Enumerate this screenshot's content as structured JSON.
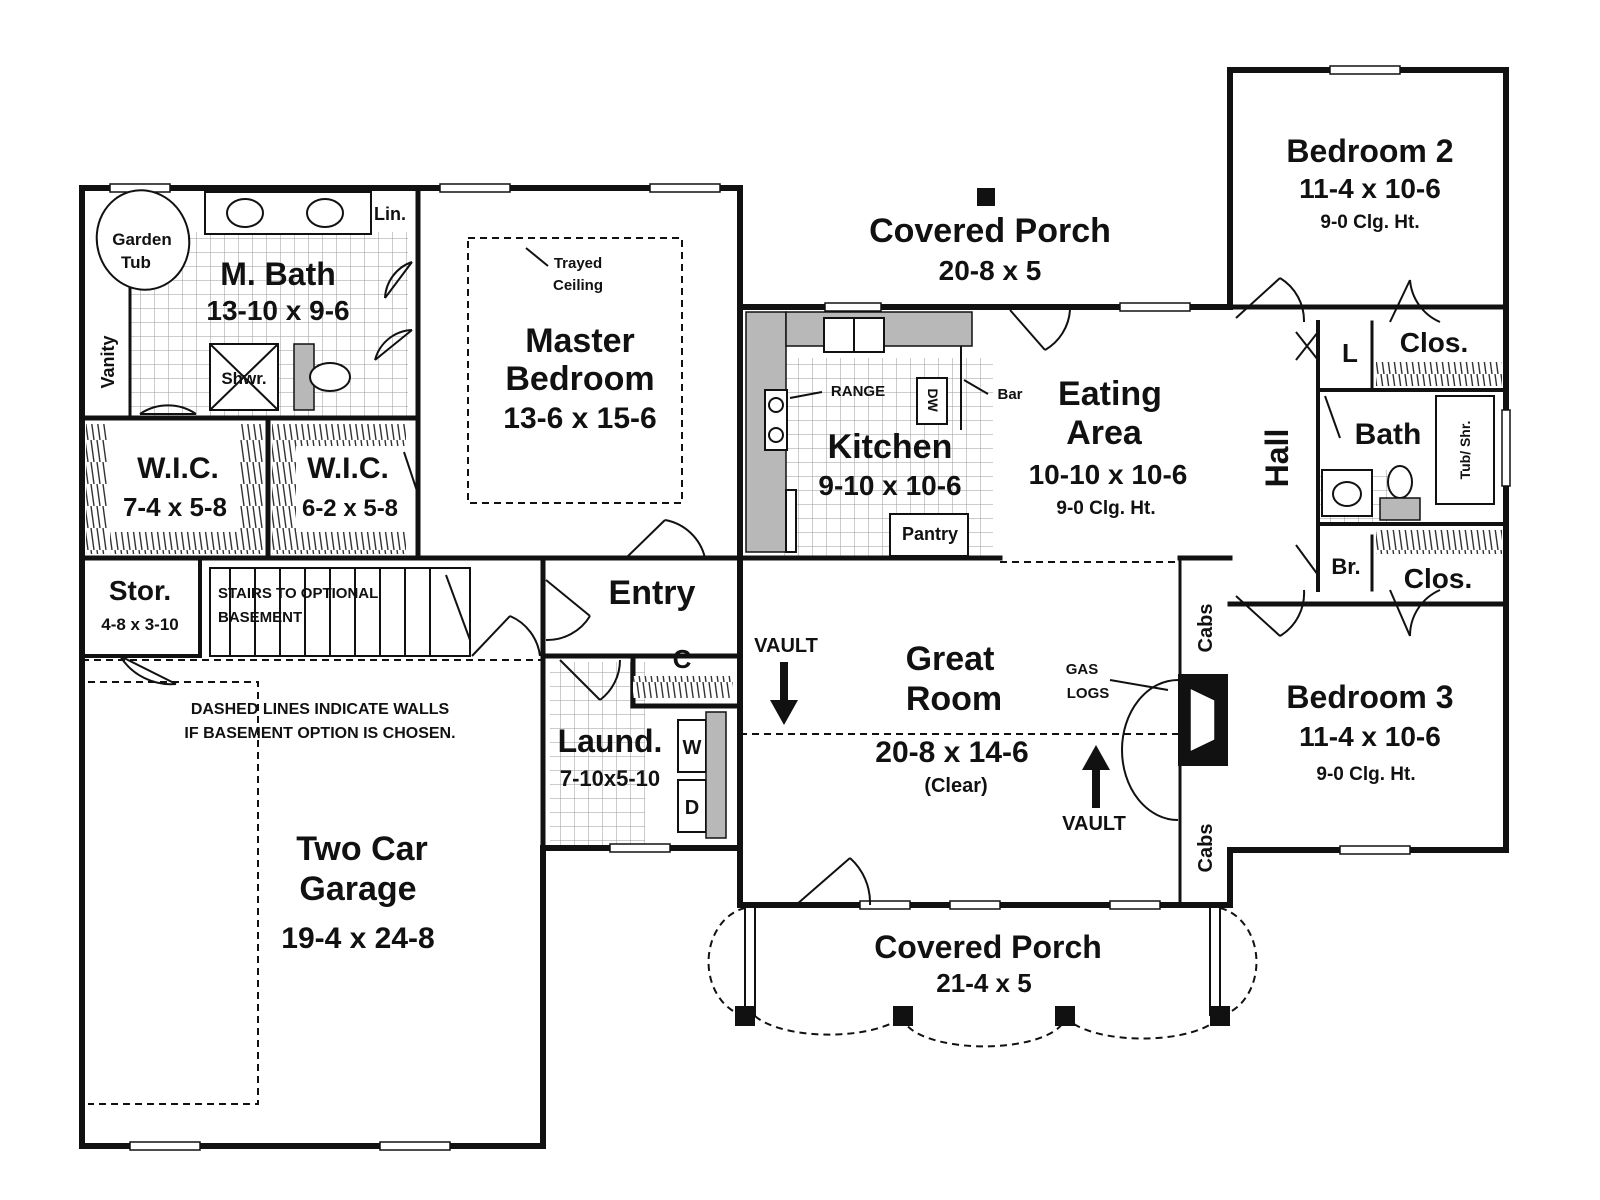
{
  "rooms": {
    "bedroom2": {
      "name": "Bedroom 2",
      "size": "11-4 x 10-6",
      "ceiling": "9-0 Clg. Ht."
    },
    "bedroom3": {
      "name": "Bedroom 3",
      "size": "11-4 x 10-6",
      "ceiling": "9-0 Clg. Ht."
    },
    "covered_porch_rear": {
      "name": "Covered Porch",
      "size": "20-8 x 5"
    },
    "covered_porch_front": {
      "name": "Covered Porch",
      "size": "21-4 x 5"
    },
    "master_bath": {
      "name": "M. Bath",
      "size": "13-10 x 9-6"
    },
    "master_bedroom": {
      "name_line1": "Master",
      "name_line2": "Bedroom",
      "size": "13-6 x 15-6"
    },
    "wic1": {
      "name": "W.I.C.",
      "size": "7-4 x 5-8"
    },
    "wic2": {
      "name": "W.I.C.",
      "size": "6-2 x 5-8"
    },
    "kitchen": {
      "name": "Kitchen",
      "size": "9-10 x 10-6"
    },
    "eating_area": {
      "name_line1": "Eating",
      "name_line2": "Area",
      "size": "10-10 x 10-6",
      "ceiling": "9-0 Clg. Ht."
    },
    "hall": {
      "name": "Hall"
    },
    "bath": {
      "name": "Bath"
    },
    "storage": {
      "name": "Stor.",
      "size": "4-8 x 3-10"
    },
    "entry": {
      "name": "Entry"
    },
    "great_room": {
      "name_line1": "Great",
      "name_line2": "Room",
      "size": "20-8 x 14-6",
      "note": "(Clear)"
    },
    "laundry": {
      "name": "Laund.",
      "size": "7-10x5-10"
    },
    "garage": {
      "name_line1": "Two Car",
      "name_line2": "Garage",
      "size": "19-4 x 24-8"
    }
  },
  "labels": {
    "garden_tub_1": "Garden",
    "garden_tub_2": "Tub",
    "linen": "Lin.",
    "vanity": "Vanity",
    "shower": "Shwr.",
    "trayed_1": "Trayed",
    "trayed_2": "Ceiling",
    "range": "RANGE",
    "dw": "DW",
    "bar": "Bar",
    "pantry": "Pantry",
    "linen_small": "L",
    "closet_1": "Clos.",
    "closet_2": "Clos.",
    "tub_shower": "Tub/ Shr.",
    "broom": "Br.",
    "cabs_1": "Cabs",
    "cabs_2": "Cabs",
    "gas_1": "GAS",
    "gas_2": "LOGS",
    "vault_1": "VAULT",
    "vault_2": "VAULT",
    "coat": "C",
    "washer": "W",
    "dryer": "D",
    "stairs_1": "STAIRS TO OPTIONAL",
    "stairs_2": "BASEMENT",
    "dashed_note_1": "DASHED LINES INDICATE WALLS",
    "dashed_note_2": "IF BASEMENT OPTION IS CHOSEN."
  }
}
